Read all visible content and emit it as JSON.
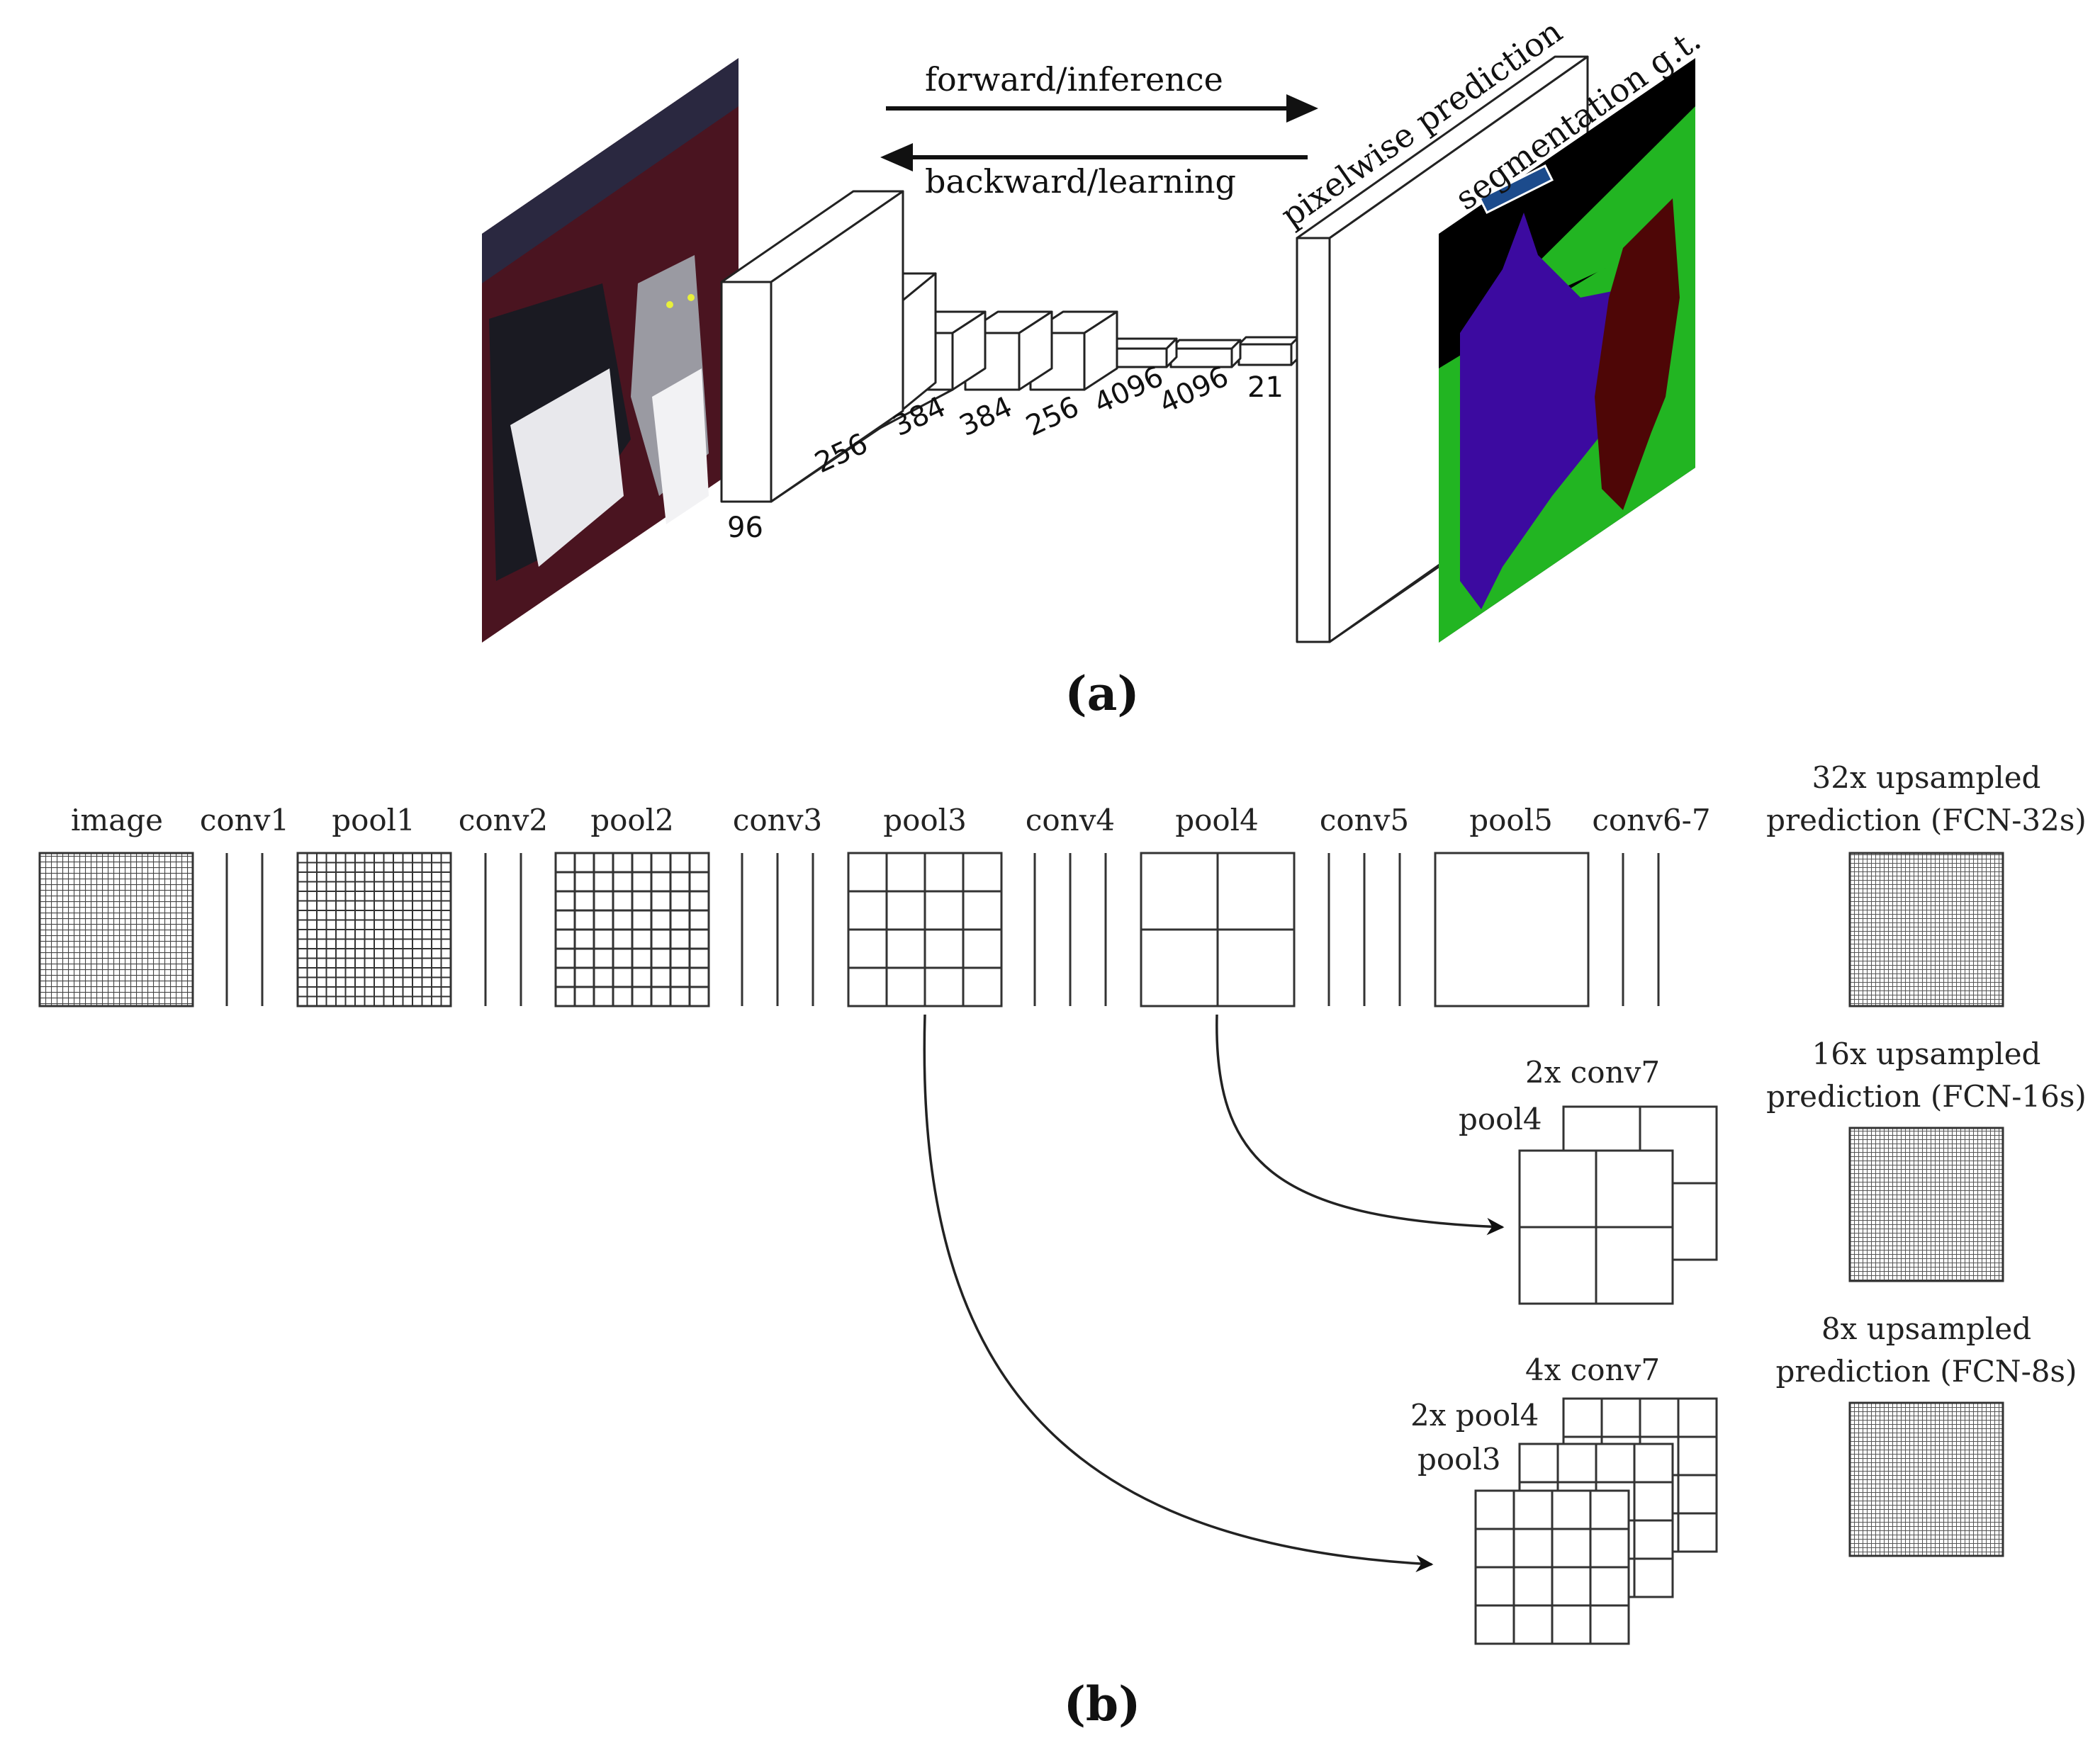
{
  "panel_a": {
    "label": "(a)",
    "arrows": {
      "forward": "forward/inference",
      "backward": "backward/learning"
    },
    "layers": [
      "96",
      "256",
      "384",
      "384",
      "256",
      "4096",
      "4096",
      "21"
    ],
    "prediction_label": "pixelwise prediction",
    "gt_label": "segmentation g.t.",
    "colors": {
      "photo_bg": "#4a1420",
      "gt_background": "#000000",
      "gt_grass": "#22b522",
      "gt_dog": "#3c0aa0",
      "gt_cat": "#4e0606",
      "gt_tag": "#1c4b8c"
    }
  },
  "panel_b": {
    "label": "(b)",
    "stages": [
      "image",
      "conv1",
      "pool1",
      "conv2",
      "pool2",
      "conv3",
      "pool3",
      "conv4",
      "pool4",
      "conv5",
      "pool5",
      "conv6-7"
    ],
    "outputs": [
      {
        "line1": "32x upsampled",
        "line2": "prediction (FCN-32s)"
      },
      {
        "line1": "16x upsampled",
        "line2": "prediction (FCN-16s)"
      },
      {
        "line1": "8x upsampled",
        "line2": "prediction (FCN-8s)"
      }
    ],
    "fuse16": {
      "back": "2x conv7",
      "front": "pool4"
    },
    "fuse8": {
      "back": "4x conv7",
      "mid": "2x pool4",
      "front": "pool3"
    }
  }
}
